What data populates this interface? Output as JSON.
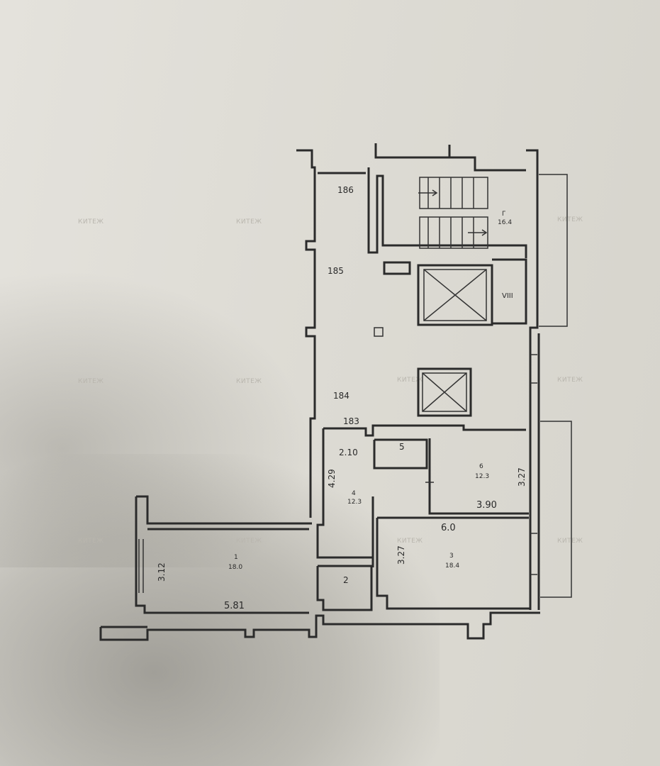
{
  "plan": {
    "corridor_dims": [
      "186",
      "185",
      "184",
      "183"
    ],
    "rooms": [
      {
        "id": "room-1",
        "number": "1",
        "area": "18.0",
        "width": "5.81",
        "depth": "3.12"
      },
      {
        "id": "room-2",
        "number": "2"
      },
      {
        "id": "room-3",
        "number": "3",
        "area": "18.4",
        "width": "6.0",
        "depth": "3.27"
      },
      {
        "id": "room-4",
        "number": "4",
        "area": "12.3",
        "depth": "4.29",
        "width": "2.10"
      },
      {
        "id": "room-5",
        "number": "5"
      },
      {
        "id": "room-6",
        "number": "6",
        "area": "12.3",
        "width": "3.90",
        "depth": "3.27"
      },
      {
        "id": "stair",
        "number": "Г",
        "area": "16.4"
      },
      {
        "id": "shaft",
        "number": "VIII"
      }
    ],
    "watermark": "КИТЕЖ"
  },
  "colors": {
    "paper": "#e4e2dc",
    "ink": "#2b2b2b"
  }
}
